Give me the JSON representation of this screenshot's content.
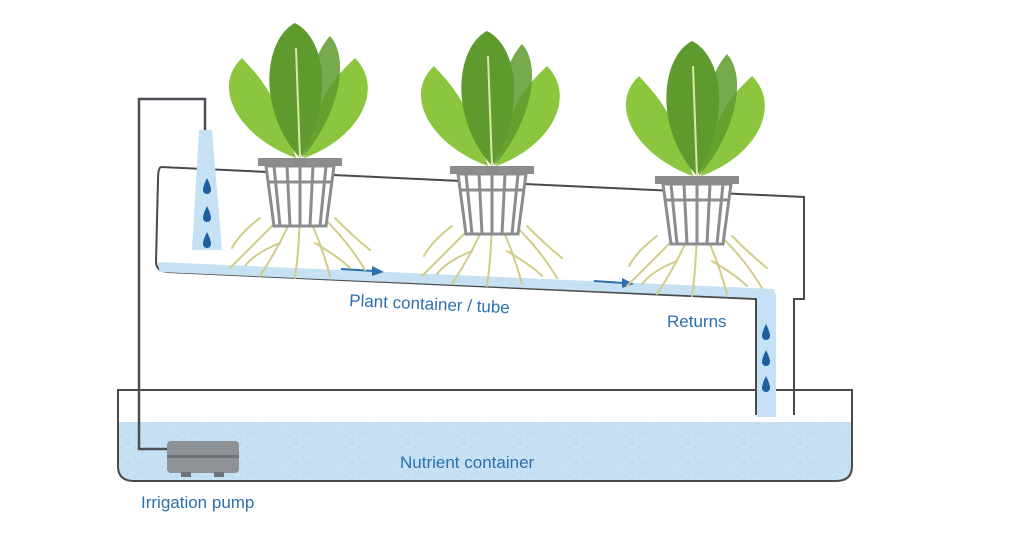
{
  "labels": {
    "plant_container": "Plant container / tube",
    "returns": "Returns",
    "nutrient_container": "Nutrient container",
    "irrigation_pump": "Irrigation pump"
  },
  "colors": {
    "water": "#c5e1f3",
    "water_line": "#9cc9e8",
    "label_text": "#2b6fae",
    "arrow": "#2b6fae",
    "drop": "#1f5f9e",
    "outline": "#4a4a4a",
    "pipe": "#4a4f55",
    "leaf_dark": "#5f9a2e",
    "leaf_light": "#8cc63f",
    "basket": "#8a8c8e",
    "root": "#d2cc8a",
    "pump": "#8e9296"
  },
  "icons": [
    "water-drop-icon",
    "flow-arrow-icon",
    "lettuce-plant-icon",
    "net-pot-icon",
    "pump-icon"
  ]
}
